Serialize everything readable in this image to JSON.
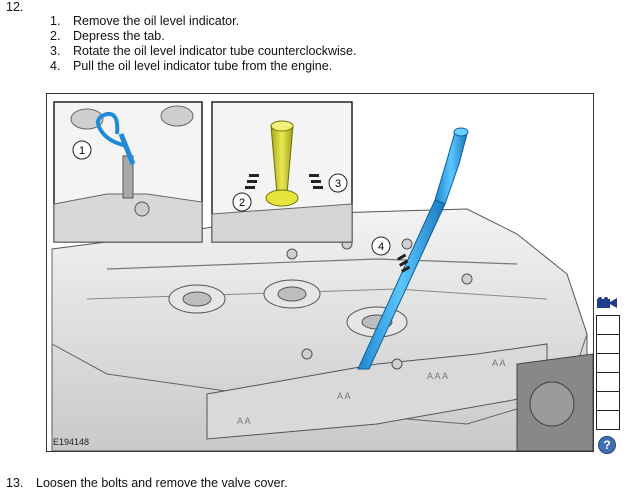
{
  "step": {
    "number": "12.",
    "instructions": [
      {
        "num": "1.",
        "text": "Remove the oil level indicator."
      },
      {
        "num": "2.",
        "text": "Depress the tab."
      },
      {
        "num": "3.",
        "text": "Rotate the oil level indicator tube counterclockwise."
      },
      {
        "num": "4.",
        "text": "Pull the oil level indicator tube from the engine."
      }
    ]
  },
  "figure": {
    "id": "E194148",
    "callouts": [
      "1",
      "2",
      "3",
      "4"
    ],
    "part_color": "#2aa4e8",
    "tube_color": "#cfcf22"
  },
  "sidebar": {
    "icons": [
      "video-camera-icon"
    ],
    "help_label": "?",
    "accent": "#3f6fb0"
  },
  "next_step": {
    "number": "13.",
    "text": "Loosen the bolts and remove the valve cover."
  }
}
